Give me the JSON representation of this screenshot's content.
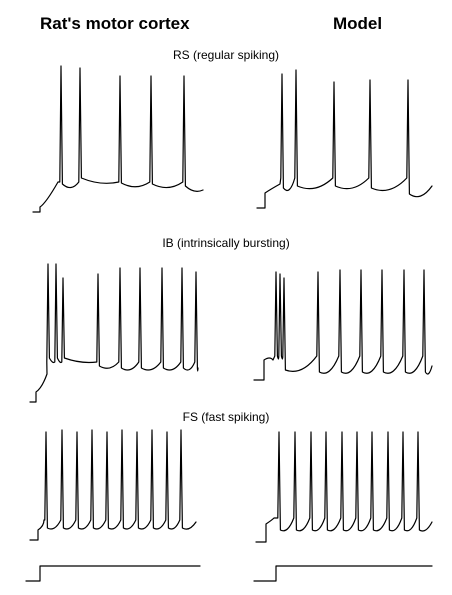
{
  "headers": {
    "left": "Rat's motor cortex",
    "right": "Model"
  },
  "rows": [
    {
      "id": "rs",
      "label": "RS (regular spiking)"
    },
    {
      "id": "ib",
      "label": "IB (intrinsically bursting)"
    },
    {
      "id": "fs",
      "label": "FS (fast spiking)"
    }
  ],
  "colors": {
    "trace": "#000000",
    "background": "#ffffff"
  }
}
